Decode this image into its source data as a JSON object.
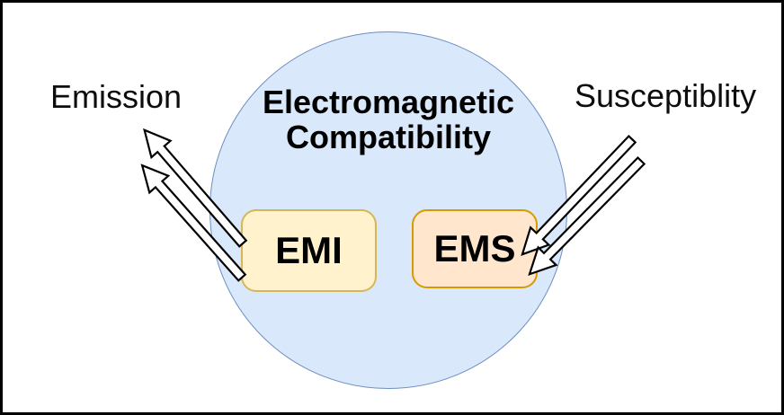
{
  "diagram": {
    "circle": {
      "title_line1": "Electromagnetic",
      "title_line2": "Compatibility"
    },
    "boxes": {
      "emi": "EMI",
      "ems": "EMS"
    },
    "labels": {
      "emission": "Emission",
      "susceptibility": "Susceptiblity"
    },
    "icons": {
      "emission_arrows": "block-arrow-up-left",
      "susceptibility_arrows": "block-arrow-down-left"
    },
    "colors": {
      "frame": "#000000",
      "circle_fill": "#dae8fc",
      "circle_stroke": "#6c8ebf",
      "emi_fill": "#fff2cc",
      "emi_stroke": "#d6b656",
      "ems_fill": "#ffe6cc",
      "ems_stroke": "#d79b00",
      "arrow_fill": "#ffffff",
      "arrow_stroke": "#000000",
      "text": "#000000"
    }
  }
}
